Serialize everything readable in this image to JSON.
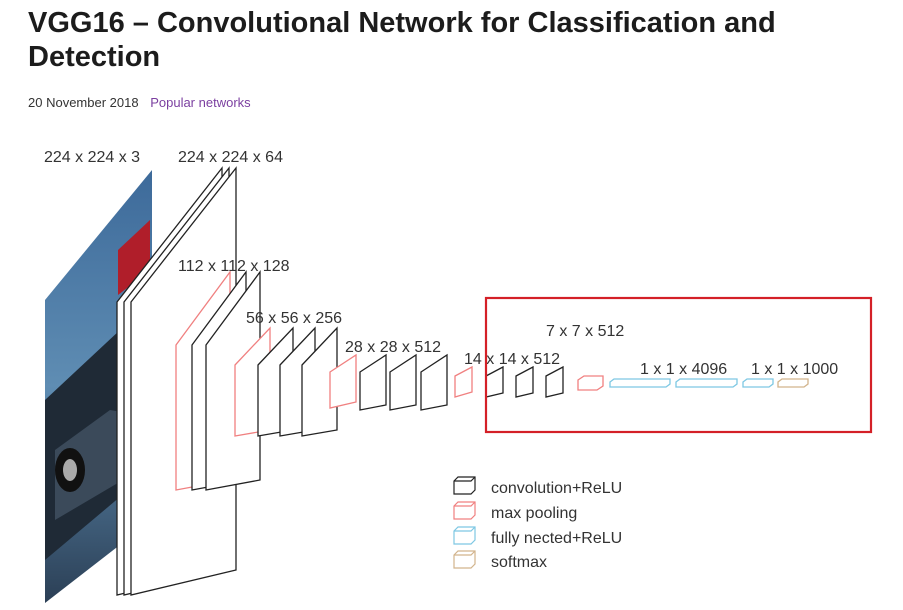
{
  "article": {
    "title": "VGG16 – Convolutional Network for Classification and Detection",
    "date": "20 November 2018",
    "category": "Popular networks"
  },
  "diagram": {
    "dimensions": {
      "input": "224 x 224 x 3",
      "conv1": "224 x 224 x 64",
      "conv2": "112 x 112 x 128",
      "conv3": "56 x 56 x 256",
      "conv4": "28 x 28 x 512",
      "conv5": "14 x 14 x 512",
      "pool5": "7 x 7 x 512",
      "fc": "1 x 1 x 4096",
      "out": "1 x 1 x 1000"
    },
    "legend": {
      "conv": "convolution+ReLU",
      "pool": "max pooling",
      "fc": "fully nected+ReLU",
      "softmax": "softmax"
    },
    "colors": {
      "conv": "#222222",
      "pool": "#f08080",
      "fc": "#7ec8e3",
      "softmax": "#d2b48c",
      "highlight": "#d42027"
    }
  }
}
